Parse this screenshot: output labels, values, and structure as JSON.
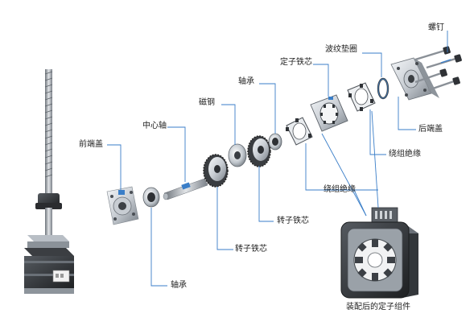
{
  "labels": {
    "screw": "螺钉",
    "wave_washer": "波纹垫圈",
    "stator_core": "定子铁芯",
    "bearing_top": "轴承",
    "magnet_steel": "磁钢",
    "center_shaft": "中心轴",
    "front_cover": "前端盖",
    "rear_cover": "后端盖",
    "winding_insulation_right": "绕组绝缘",
    "winding_insulation_center": "绕组绝缘",
    "rotor_core_right": "转子铁芯",
    "rotor_core_left": "转子铁芯",
    "bearing_bottom": "轴承",
    "assembled_stator": "装配后的定子组件"
  },
  "colors": {
    "leader_line": "#3a7ec8",
    "metal_light": "#dfe3e8",
    "metal_mid": "#a9b0b8",
    "metal_dark": "#4a4f55",
    "motor_body": "#2b2b2b",
    "accent_blue": "#3a7ec8"
  }
}
